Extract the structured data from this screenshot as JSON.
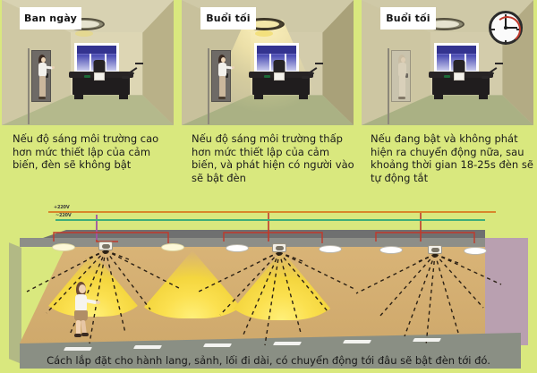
{
  "background_color": "#d9e87e",
  "panels": [
    {
      "id": "panel-daytime",
      "tag": "Ban ngày",
      "caption": "Nếu độ sáng môi trường cao hơn mức thiết lập của cảm biến, đèn sẽ không bật",
      "lamp_state": "off",
      "person_present": true,
      "clock_visible": false
    },
    {
      "id": "panel-evening-on",
      "tag": "Buổi tối",
      "caption": "Nếu độ sáng môi trường thấp hơn mức thiết lập của cảm biến, và phát hiện có người vào sẽ bật đèn",
      "lamp_state": "on",
      "person_present": true,
      "clock_visible": false
    },
    {
      "id": "panel-evening-timeout",
      "tag": "Buổi tối",
      "caption": "Nếu đang bật và không phát hiện ra chuyển động nữa, sau khoảng thời gian 18-25s đèn sẽ tự động tắt",
      "lamp_state": "off",
      "person_present": false,
      "clock_visible": true
    }
  ],
  "corridor": {
    "wiring": {
      "live_label": "+220V",
      "neutral_label": "~220V",
      "live_color": "#d8862b",
      "neutral_color": "#3fae7a",
      "switch_wire_color": "#c0392b"
    },
    "sensor_count": 3,
    "ceiling_light_count": 5,
    "lit_zone_count": 3,
    "caption": "Cách lắp đặt cho hành lang, sảnh, lối đi dài, có chuyển động tới đâu sẽ bật đèn tới đó."
  }
}
